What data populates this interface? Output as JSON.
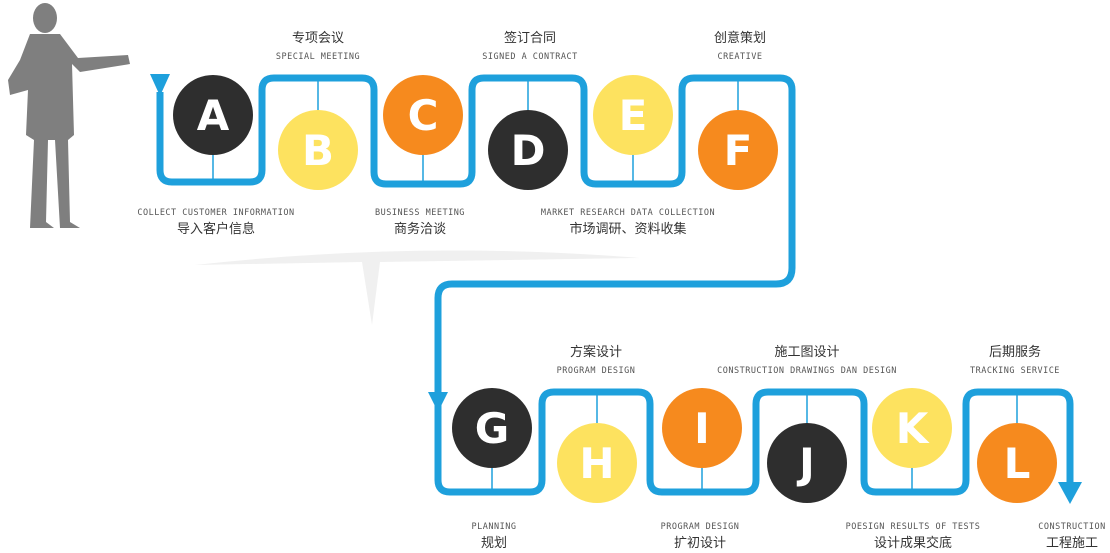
{
  "colors": {
    "path": "#1ea0dc",
    "dark": "#2e2e2e",
    "yellow": "#fde25f",
    "orange": "#f68a1e",
    "figure": "#7f7f7f",
    "connector": "#1ea0dc"
  },
  "steps": [
    {
      "letter": "A",
      "fill": "dark",
      "cn": "导入客户信息",
      "en": "COLLECT CUSTOMER INFORMATION"
    },
    {
      "letter": "B",
      "fill": "yellow",
      "cn": "专项会议",
      "en": "SPECIAL MEETING"
    },
    {
      "letter": "C",
      "fill": "orange",
      "cn": "商务洽谈",
      "en": "BUSINESS MEETING"
    },
    {
      "letter": "D",
      "fill": "dark",
      "cn": "签订合同",
      "en": "SIGNED A CONTRACT"
    },
    {
      "letter": "E",
      "fill": "yellow",
      "cn": "市场调研、资料收集",
      "en": "MARKET RESEARCH DATA COLLECTION"
    },
    {
      "letter": "F",
      "fill": "orange",
      "cn": "创意策划",
      "en": "CREATIVE"
    },
    {
      "letter": "G",
      "fill": "dark",
      "cn": "规划",
      "en": "PLANNING"
    },
    {
      "letter": "H",
      "fill": "yellow",
      "cn": "方案设计",
      "en": "PROGRAM DESIGN"
    },
    {
      "letter": "I",
      "fill": "orange",
      "cn": "扩初设计",
      "en": "PROGRAM DESIGN"
    },
    {
      "letter": "J",
      "fill": "dark",
      "cn": "施工图设计",
      "en": "CONSTRUCTION DRAWINGS DAN DESIGN"
    },
    {
      "letter": "K",
      "fill": "yellow",
      "cn": "设计成果交底",
      "en": "POESIGN RESULTS OF TESTS"
    },
    {
      "letter": "L",
      "fill": "orange",
      "cn": "工程施工",
      "en": "CONSTRUCTION"
    },
    {
      "letter": "",
      "fill": "",
      "cn": "后期服务",
      "en": "TRACKING SERVICE"
    }
  ]
}
